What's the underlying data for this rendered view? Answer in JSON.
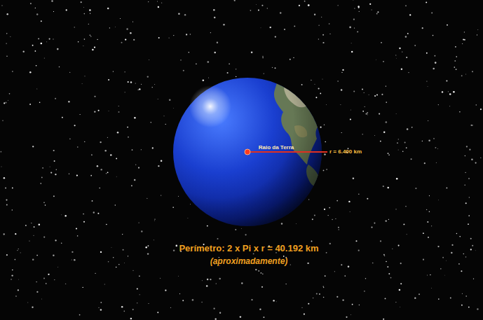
{
  "diagram": {
    "labels": [
      "Raio da Terra",
      "r = 6.400 km",
      "Perímetro: 2 x Pi x r = 40.192 km",
      "(aproximadamente)"
    ]
  }
}
